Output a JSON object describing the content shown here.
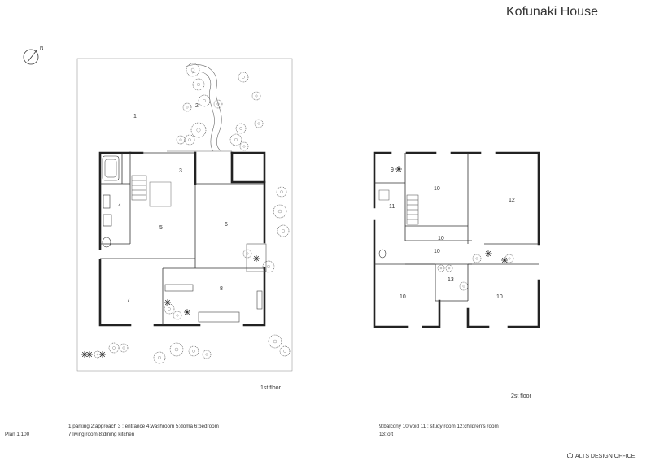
{
  "title": "Kofunaki House",
  "north_label": "N",
  "scale": "Plan 1:100",
  "office": "ALTS DESIGN OFFICE",
  "floor1": {
    "caption": "1st  floor",
    "legend_line1": "1:parking  2:approach  3 : entrance  4:washroom  5:doma  6:bedroom",
    "legend_line2": "7:living room  8:dining kitchen",
    "rooms": [
      "1",
      "2",
      "3",
      "4",
      "5",
      "6",
      "7",
      "8"
    ]
  },
  "floor2": {
    "caption": "2st  floor",
    "legend_line1": "9:balcony  10:void  11 : study room  12:children's room",
    "legend_line2": "13:loft",
    "rooms": [
      "9",
      "10",
      "10",
      "11",
      "12",
      "10",
      "13",
      "10",
      "10"
    ]
  },
  "icons": [
    "north-arrow-icon",
    "tree-icon",
    "shrub-icon",
    "office-logo-icon"
  ]
}
